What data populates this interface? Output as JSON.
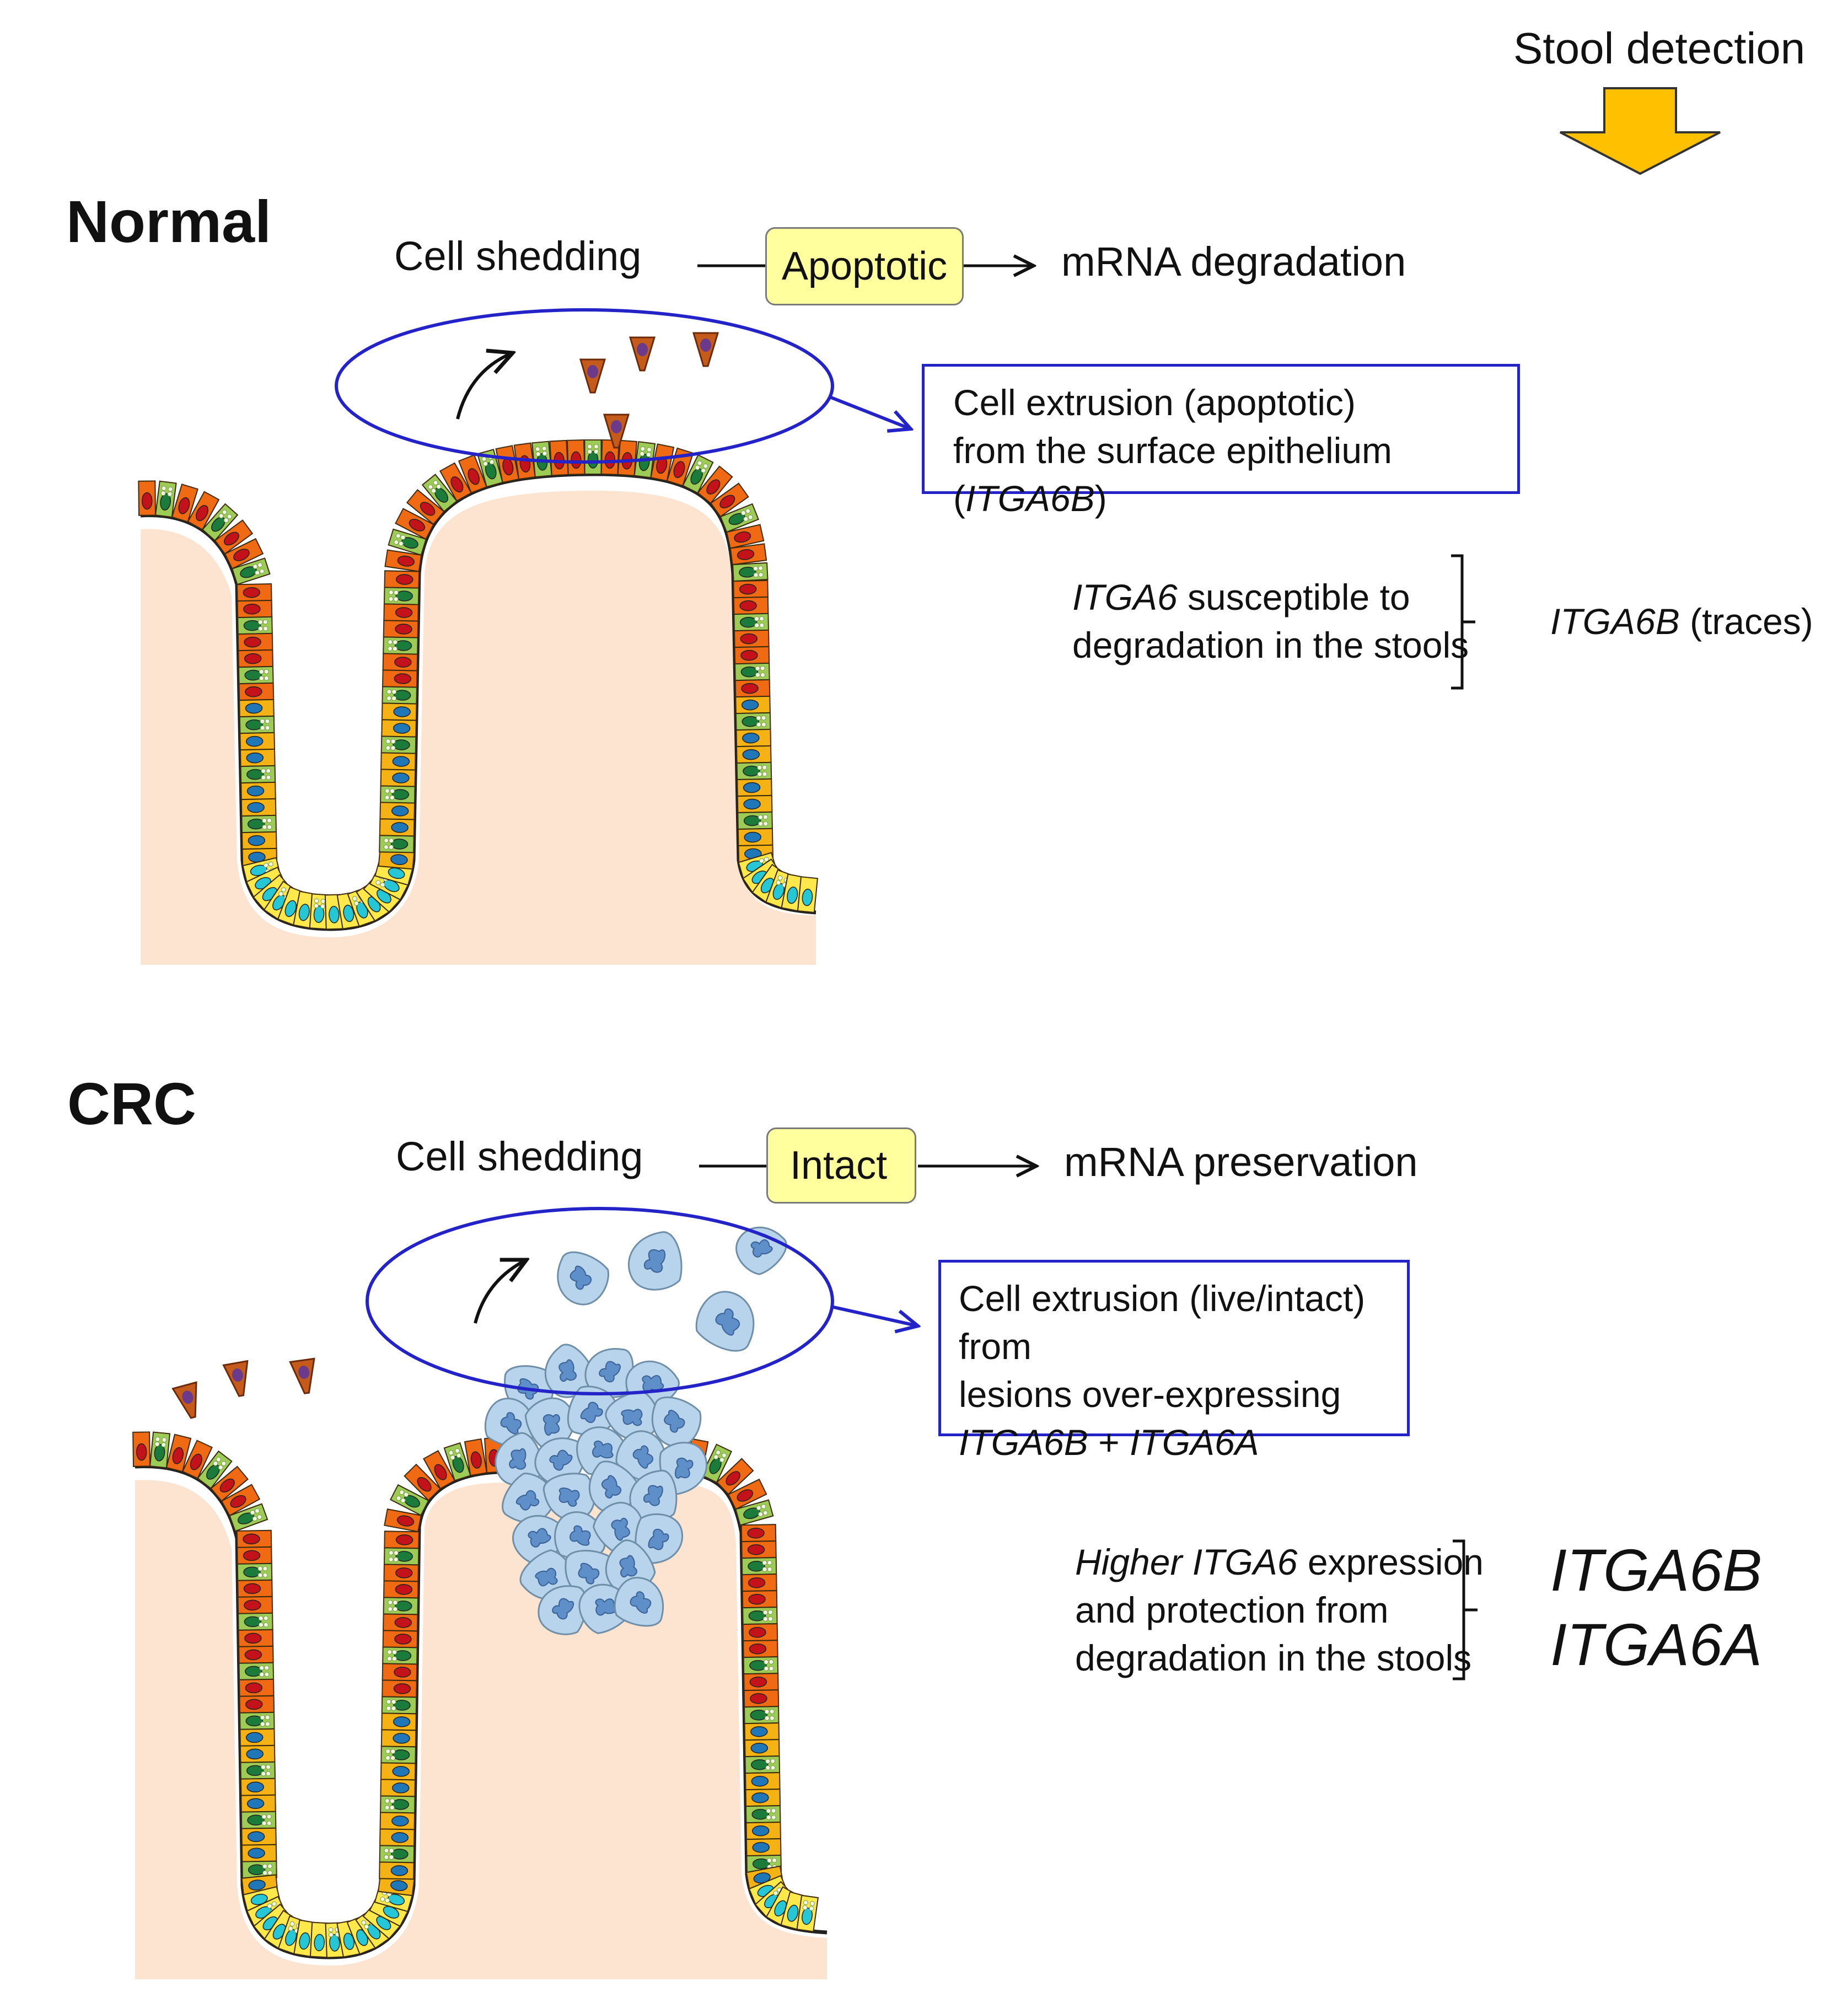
{
  "header": {
    "stool_detection": "Stool detection"
  },
  "normal": {
    "title": "Normal",
    "cell_shedding": "Cell shedding",
    "state_box": "Apoptotic",
    "outcome": "mRNA degradation",
    "extrusion_line1": "Cell extrusion (apoptotic)",
    "extrusion_line2_pre": "from the surface epithelium (",
    "extrusion_line2_gene": "ITGA6B",
    "extrusion_line2_post": ")",
    "note_gene": "ITGA6",
    "note_line1_rest": " susceptible to",
    "note_line2": "degradation in the stools",
    "result_gene": "ITGA6B",
    "result_rest": " (traces)"
  },
  "crc": {
    "title": "CRC",
    "cell_shedding": "Cell shedding",
    "state_box": "Intact",
    "outcome": "mRNA preservation",
    "extrusion_line1": "Cell extrusion (live/intact) from",
    "extrusion_line2": "lesions over-expressing",
    "extrusion_gene1": "ITGA6B",
    "extrusion_plus": " + ",
    "extrusion_gene2": "ITGA6A",
    "note_higher": "Higher ",
    "note_gene": "ITGA6",
    "note_line1_rest": " expression",
    "note_line2": "and protection from",
    "note_line3": "degradation in the stools",
    "result_gene1": "ITGA6B",
    "result_gene2": "ITGA6A"
  },
  "colors": {
    "arrow_yellow": "#ffc000",
    "ellipse_blue": "#2323c8",
    "box_yellow": "#ffff9e",
    "tissue": "#fde4d0",
    "tumor_cell": "#b8d4ec",
    "tumor_nucleus": "#5f8fc9"
  }
}
